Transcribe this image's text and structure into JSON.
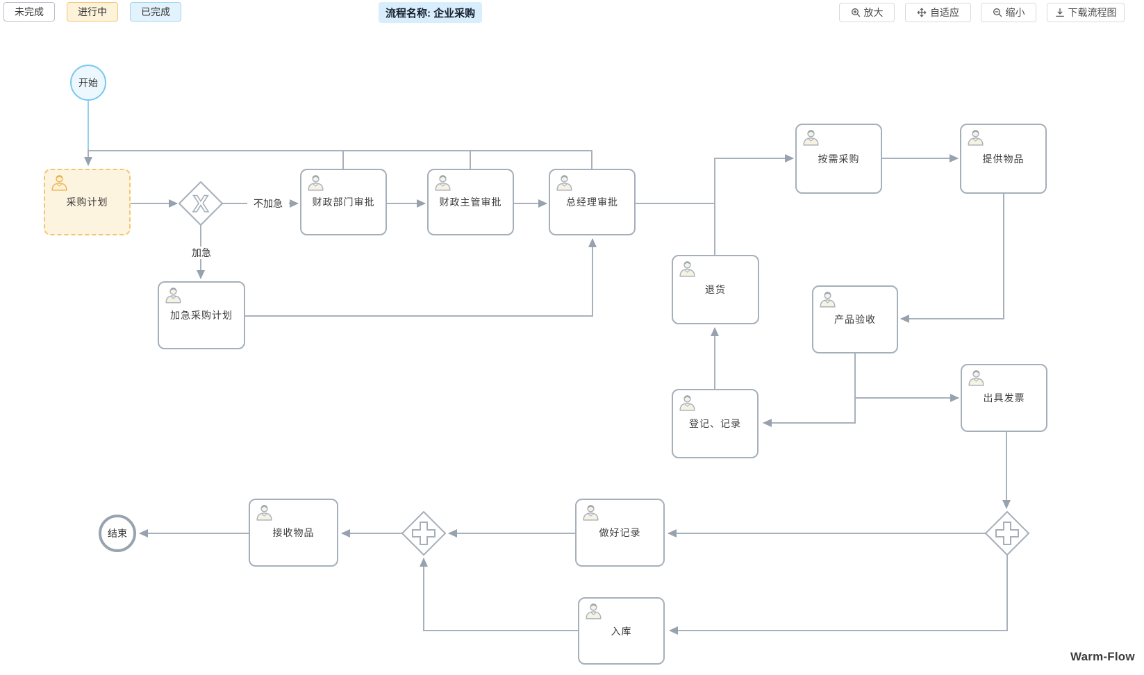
{
  "header": {
    "title": "流程名称: 企业采购"
  },
  "legend": [
    {
      "label": "未完成",
      "state": "pending"
    },
    {
      "label": "进行中",
      "state": "active"
    },
    {
      "label": "已完成",
      "state": "done"
    }
  ],
  "toolbar": [
    {
      "label": "放大",
      "icon": "zoom-in-icon"
    },
    {
      "label": "自适应",
      "icon": "fit-view-icon"
    },
    {
      "label": "缩小",
      "icon": "zoom-out-icon"
    },
    {
      "label": "下载流程图",
      "icon": "download-icon"
    }
  ],
  "watermark": "Warm-Flow",
  "diagram": {
    "start": {
      "label": "开始",
      "status": "done"
    },
    "end": {
      "label": "结束",
      "status": "pending"
    },
    "edge_labels": {
      "not_urgent": "不加急",
      "urgent": "加急"
    },
    "nodes": [
      {
        "id": "procurement-plan",
        "label": "采购计划",
        "status": "in-progress"
      },
      {
        "id": "finance-dept-approval",
        "label": "财政部门审批",
        "status": "pending"
      },
      {
        "id": "finance-director-approval",
        "label": "财政主管审批",
        "status": "pending"
      },
      {
        "id": "gm-approval",
        "label": "总经理审批",
        "status": "pending"
      },
      {
        "id": "urgent-procurement-plan",
        "label": "加急采购计划",
        "status": "pending"
      },
      {
        "id": "purchase-on-demand",
        "label": "按需采购",
        "status": "pending"
      },
      {
        "id": "provide-goods",
        "label": "提供物品",
        "status": "pending"
      },
      {
        "id": "return-goods",
        "label": "退货",
        "status": "pending"
      },
      {
        "id": "product-acceptance",
        "label": "产品验收",
        "status": "pending"
      },
      {
        "id": "register-record",
        "label": "登记、记录",
        "status": "pending"
      },
      {
        "id": "issue-invoice",
        "label": "出具发票",
        "status": "pending"
      },
      {
        "id": "make-record",
        "label": "做好记录",
        "status": "pending"
      },
      {
        "id": "warehousing",
        "label": "入库",
        "status": "pending"
      },
      {
        "id": "receive-goods",
        "label": "接收物品",
        "status": "pending"
      }
    ],
    "gateways": [
      {
        "id": "gateway-exclusive",
        "symbol": "X"
      },
      {
        "id": "gateway-parallel-right",
        "symbol": "+"
      },
      {
        "id": "gateway-parallel-left",
        "symbol": "+"
      }
    ]
  },
  "colors": {
    "line": "#a7b1bc",
    "arrow": "#97a2ae",
    "node_border": "#a5afba",
    "active_border": "#f2c574",
    "active_bg": "#fdf4df",
    "start_border": "#79c6ee",
    "start_bg": "#ecf8fe",
    "start_edge": "#8ed2f2",
    "done_border": "#9fd4f2",
    "done_bg": "#e2f3fd",
    "title_bg": "#d9eefc"
  }
}
